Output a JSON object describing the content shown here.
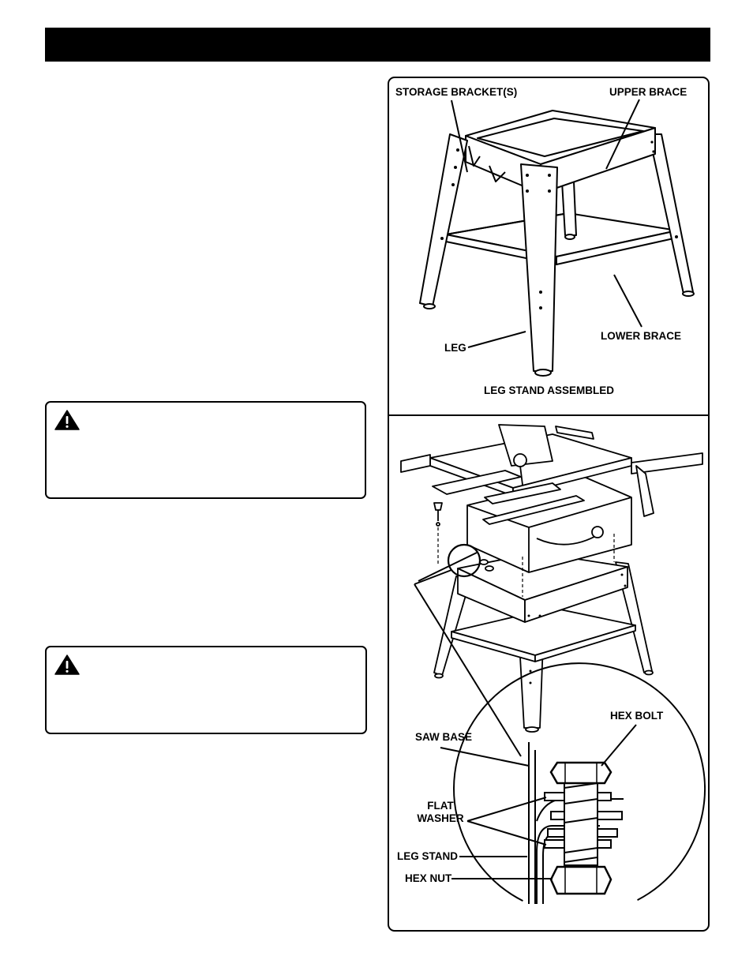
{
  "figure_top": {
    "storage_bracket": "STORAGE BRACKET(S)",
    "upper_brace": "UPPER BRACE",
    "lower_brace": "LOWER BRACE",
    "leg": "LEG",
    "caption": "LEG STAND ASSEMBLED"
  },
  "figure_bottom": {
    "hex_bolt": "HEX BOLT",
    "saw_base": "SAW BASE",
    "flat_washer_line1": "FLAT",
    "flat_washer_line2": "WASHER",
    "leg_stand": "LEG STAND",
    "hex_nut": "HEX NUT"
  },
  "icons": {
    "warning_top": "warning-triangle-icon",
    "warning_bottom": "warning-triangle-icon"
  }
}
